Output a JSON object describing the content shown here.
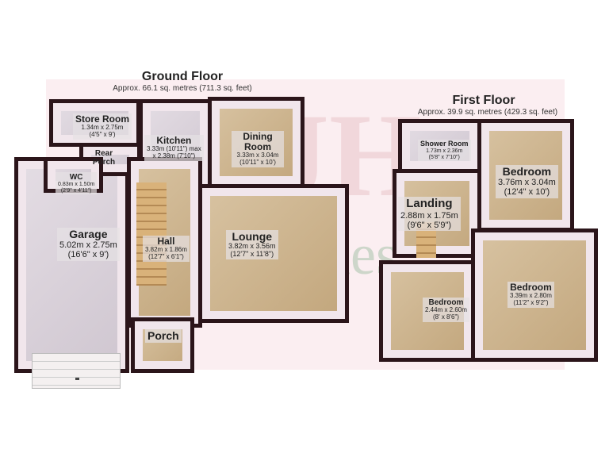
{
  "ground_floor": {
    "title": "Ground Floor",
    "area": "Approx. 66.1 sq. metres (711.3 sq. feet)",
    "rooms": [
      {
        "name": "Store Room",
        "metric": "1.34m x 2.75m",
        "imperial": "(4'5\" x 9')"
      },
      {
        "name": "Rear Porch"
      },
      {
        "name": "WC",
        "metric": "0.83m x 1.50m",
        "imperial": "(2'9\" x 4'11\")"
      },
      {
        "name": "Kitchen",
        "metric": "3.33m (10'11\") max",
        "imperial": "x 2.38m (7'10\")"
      },
      {
        "name": "Dining Room",
        "metric": "3.33m x 3.04m",
        "imperial": "(10'11\" x 10')"
      },
      {
        "name": "Garage",
        "metric": "5.02m x 2.75m",
        "imperial": "(16'6\" x 9')"
      },
      {
        "name": "Hall",
        "metric": "3.82m x 1.86m",
        "imperial": "(12'7\" x 6'1\")"
      },
      {
        "name": "Lounge",
        "metric": "3.82m x 3.56m",
        "imperial": "(12'7\" x 11'8\")"
      },
      {
        "name": "Porch"
      }
    ]
  },
  "first_floor": {
    "title": "First Floor",
    "area": "Approx. 39.9 sq. metres (429.3 sq. feet)",
    "rooms": [
      {
        "name": "Shower Room",
        "metric": "1.73m x 2.36m",
        "imperial": "(5'8\" x 7'10\")"
      },
      {
        "name": "Bedroom",
        "metric": "3.76m x 3.04m",
        "imperial": "(12'4\" x 10')"
      },
      {
        "name": "Landing",
        "metric": "2.88m x 1.75m",
        "imperial": "(9'6\" x 5'9\")"
      },
      {
        "name": "Bedroom",
        "metric": "2.44m x 2.60m",
        "imperial": "(8' x 8'6\")"
      },
      {
        "name": "Bedroom",
        "metric": "3.39m x 2.80m",
        "imperial": "(11'2\" x 9'2\")"
      }
    ]
  },
  "watermark": "JH Homes"
}
